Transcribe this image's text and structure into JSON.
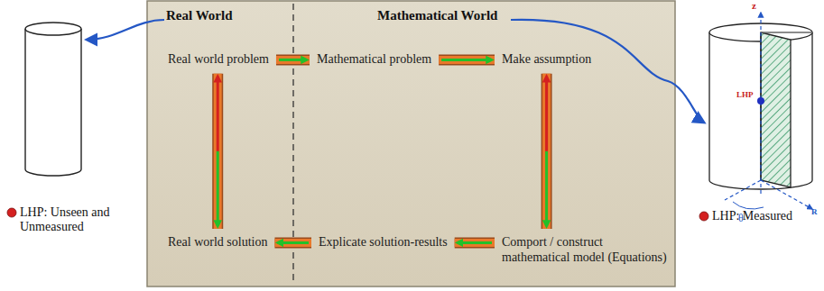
{
  "diagram": {
    "nodes": [
      {
        "text": [
          "Real world problem"
        ]
      },
      {
        "text": [
          "Mathematical problem"
        ]
      },
      {
        "text": [
          "Make assumption"
        ]
      },
      {
        "text": [
          "Real world solution"
        ]
      },
      {
        "text": [
          "Explicate solution-results"
        ]
      },
      {
        "text": [
          "Comport / construct mathematical model (Equations)"
        ]
      }
    ],
    "edges": [
      {
        "from": 0,
        "to": 1,
        "arrow": "to"
      },
      {
        "from": 1,
        "to": 2,
        "arrow": "to"
      },
      {
        "from": 0,
        "to": 3,
        "arrow": "both"
      },
      {
        "from": 2,
        "to": 5,
        "arrow": "both"
      },
      {
        "from": 5,
        "to": 4,
        "arrow": "to"
      },
      {
        "from": 4,
        "to": 3,
        "arrow": "to"
      }
    ],
    "labels": [
      "Real World",
      "Mathematical World",
      "LHP: Unseen and Unmeasured",
      "LHP: Measured",
      "LHP",
      "z",
      "R",
      "θ"
    ]
  }
}
